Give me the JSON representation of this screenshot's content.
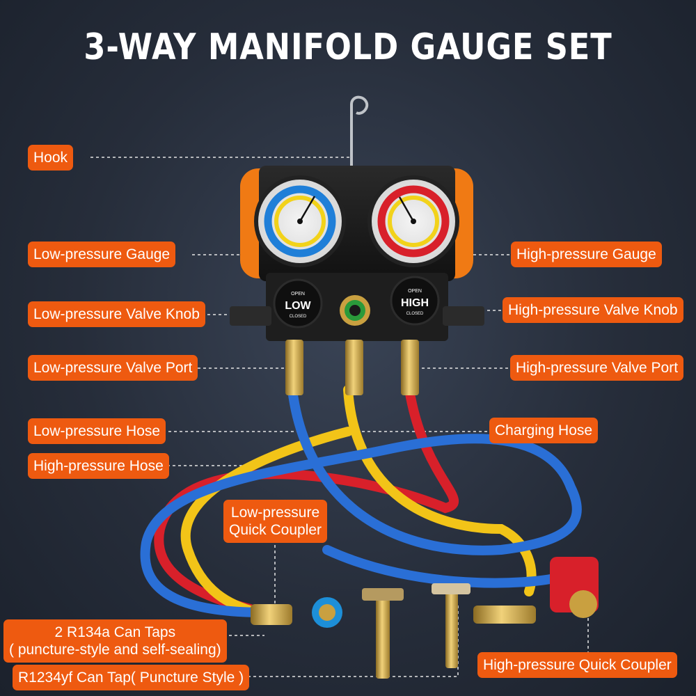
{
  "title": "3-WAY MANIFOLD GAUGE SET",
  "colors": {
    "accent": "#ee5a10",
    "background": "#262d3a",
    "low_side": "#2a6fd6",
    "high_side": "#d8202a",
    "charging": "#f2c418",
    "brass": "#c9a040"
  },
  "labels": {
    "hook": "Hook",
    "low_gauge": "Low-pressure Gauge",
    "high_gauge": "High-pressure Gauge",
    "low_knob": "Low-pressure Valve Knob",
    "high_knob": "High-pressure Valve Knob",
    "low_port": "Low-pressure Valve Port",
    "high_port": "High-pressure Valve Port",
    "low_hose": "Low-pressure Hose",
    "charging_hose": "Charging Hose",
    "high_hose": "High-pressure Hose",
    "low_coupler_line1": "Low-pressure",
    "low_coupler_line2": "Quick Coupler",
    "can_taps_line1": "2 R134a Can Taps",
    "can_taps_line2": "( puncture-style and self-sealing)",
    "high_coupler": "High-pressure Quick Coupler",
    "r1234yf_tap": "R1234yf Can Tap( Puncture Style )"
  },
  "device": {
    "knob_low": "LOW",
    "knob_high": "HIGH",
    "knob_open": "OPEN",
    "knob_closed": "CLOSED"
  }
}
